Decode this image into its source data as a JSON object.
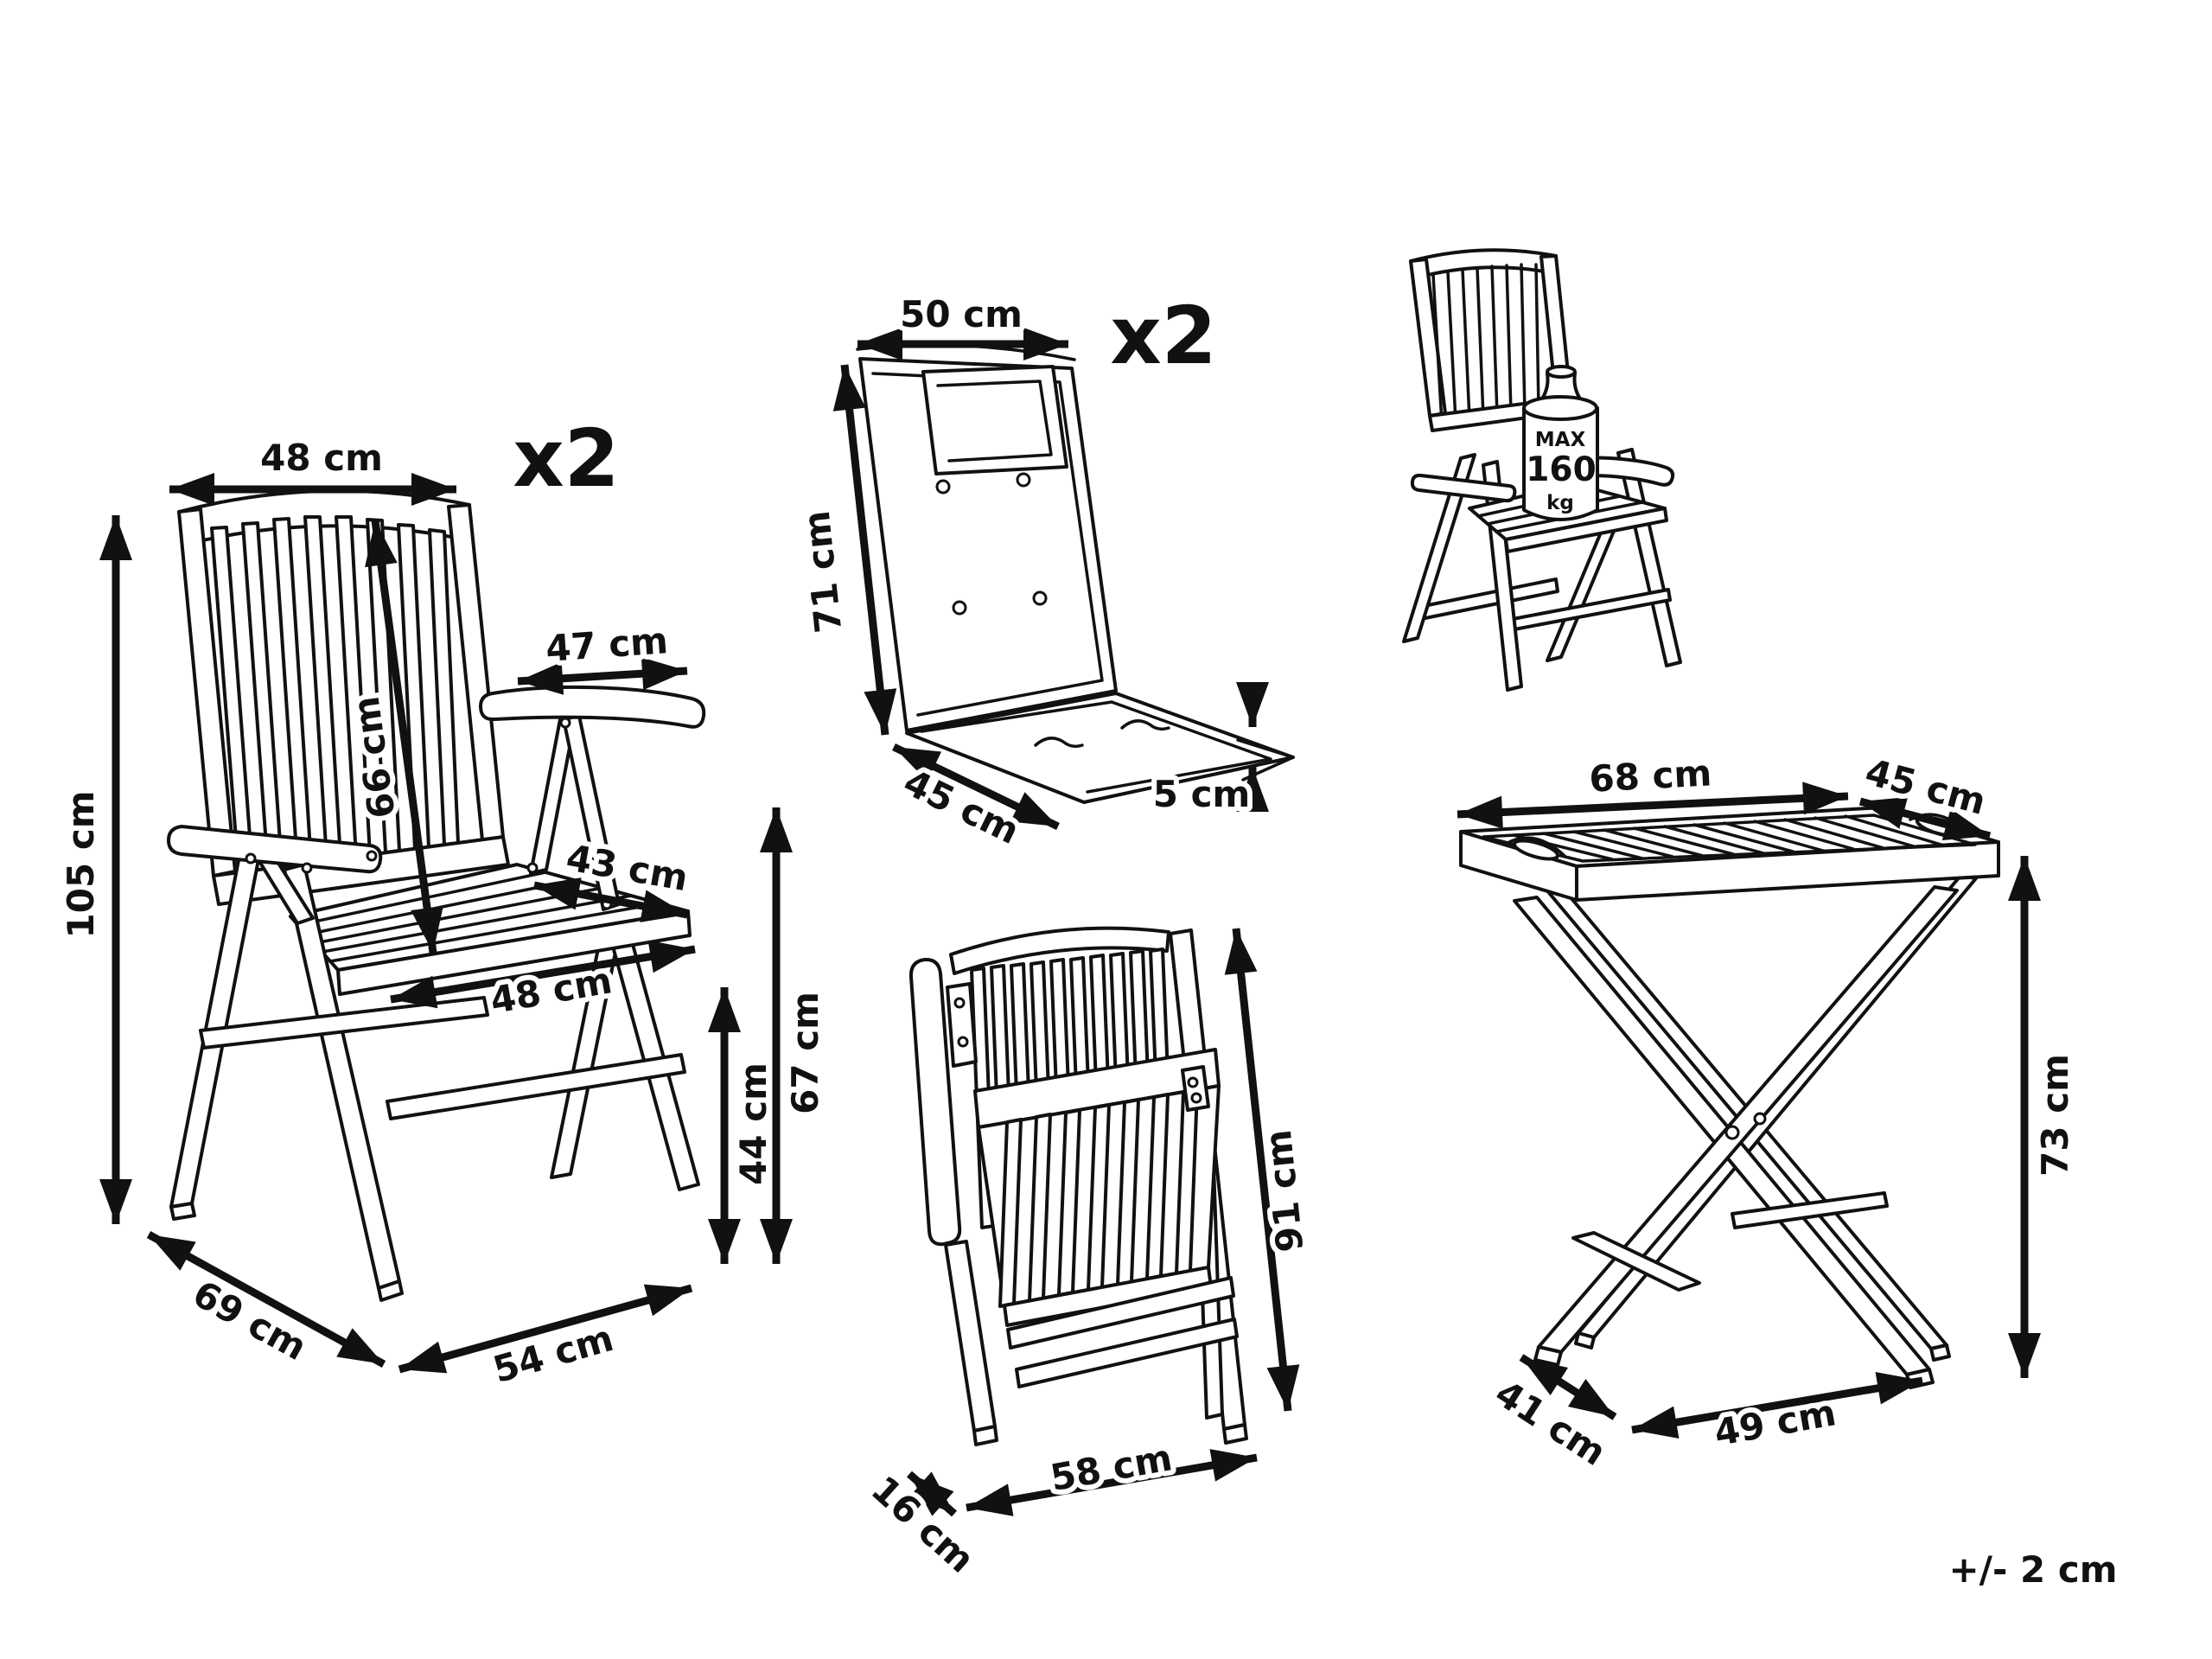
{
  "colors": {
    "line": "#111111",
    "background": "#ffffff"
  },
  "labels": {
    "chair": {
      "quantity": "x2",
      "top_width": "48 cm",
      "height": "105 cm",
      "back_diagonal": "66 cm",
      "armrest_length": "47 cm",
      "seat_depth": "43 cm",
      "seat_width": "48 cm",
      "seat_height": "44 cm",
      "armrest_height": "67 cm",
      "footprint_depth": "69 cm",
      "footprint_width": "54 cm"
    },
    "cushion": {
      "quantity": "x2",
      "width": "50 cm",
      "back_height": "71 cm",
      "seat_depth": "45 cm",
      "thickness": "5 cm"
    },
    "load": {
      "max": "MAX",
      "value": "160",
      "unit": "kg"
    },
    "folded": {
      "height": "91 cm",
      "width": "58 cm",
      "depth": "16 cm"
    },
    "table": {
      "top_width": "68 cm",
      "top_depth": "45 cm",
      "height": "73 cm",
      "base_depth": "41 cm",
      "base_width": "49 cm"
    },
    "tolerance": "+/- 2 cm"
  }
}
